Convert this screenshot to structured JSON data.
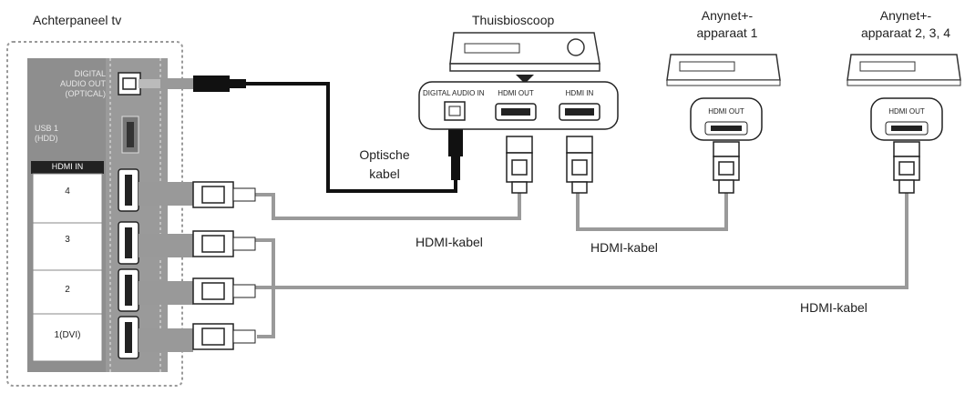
{
  "tv_panel": {
    "title": "Achterpaneel tv",
    "digital_audio_out": [
      "DIGITAL",
      "AUDIO OUT",
      "(OPTICAL)"
    ],
    "usb": [
      "USB 1",
      "(HDD)"
    ],
    "hdmi_in_header": "HDMI IN",
    "hdmi_ports": [
      "4",
      "3",
      "2",
      "1(DVI)"
    ]
  },
  "home_theater": {
    "title": "Thuisbioscoop",
    "ports": [
      "DIGITAL AUDIO IN",
      "HDMI OUT",
      "HDMI IN"
    ]
  },
  "anynet_1": {
    "title_line1": "Anynet+-",
    "title_line2": "apparaat 1",
    "port": "HDMI OUT"
  },
  "anynet_234": {
    "title_line1": "Anynet+-",
    "title_line2": "apparaat 2, 3, 4",
    "port": "HDMI OUT"
  },
  "cables": {
    "optical_line1": "Optische",
    "optical_line2": "kabel",
    "hdmi_1": "HDMI-kabel",
    "hdmi_2": "HDMI-kabel",
    "hdmi_3": "HDMI-kabel"
  },
  "colors": {
    "panel_dark": "#8a8a8a",
    "panel_light": "#a8a8a8",
    "cable_gray": "#9a9a9a",
    "optical_black": "#111111"
  }
}
